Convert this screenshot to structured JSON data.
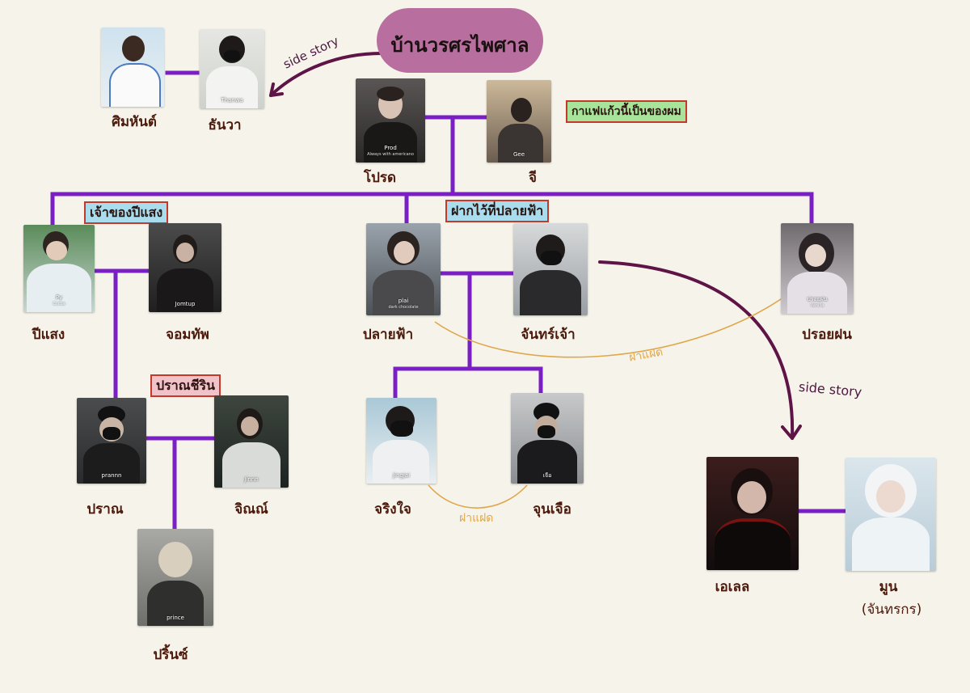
{
  "title": "บ้านวรศรไพศาล",
  "side_story_1": "side story",
  "side_story_2": "side story",
  "ship_1": "ฝาแฝด",
  "ship_2": "ฝาแฝด",
  "labels": {
    "coffee": "กาแฟแก้วนี้เป็นของผม",
    "pisaeng": "เจ้าของปีแสง",
    "plaifah": "ฝากไว้ที่ปลายฟ้า",
    "prancharin": "ปราณชีริน"
  },
  "people": {
    "simhan": {
      "name": "ศิมหันต์",
      "tag": "",
      "sub": ""
    },
    "thanwa": {
      "name": "ธันวา",
      "tag": "Thanwa",
      "sub": ""
    },
    "prod": {
      "name": "โปรด",
      "tag": "Prod",
      "sub": "Always with americano"
    },
    "gee": {
      "name": "จี",
      "tag": "Gee",
      "sub": ""
    },
    "pisaeng": {
      "name": "ปีแสง",
      "tag": "Py",
      "sub": "Cocoa"
    },
    "jomtup": {
      "name": "จอมทัพ",
      "tag": "Jomtup",
      "sub": ""
    },
    "plaifah": {
      "name": "ปลายฟ้า",
      "tag": "plai",
      "sub": "dark chocolate"
    },
    "janjao": {
      "name": "จันทร์เจ้า",
      "tag": "",
      "sub": ""
    },
    "proifon": {
      "name": "ปรอยฝน",
      "tag": "ปรอยฝน",
      "sub": "Vanilla"
    },
    "pran": {
      "name": "ปราณ",
      "tag": "prannn",
      "sub": ""
    },
    "jinn": {
      "name": "จิณณ์",
      "tag": "Jinnn",
      "sub": ""
    },
    "jingjai": {
      "name": "จริงใจ",
      "tag": "Jingjai",
      "sub": ""
    },
    "junjuea": {
      "name": "จุนเจือ",
      "tag": "เจือ",
      "sub": ""
    },
    "prince": {
      "name": "ปริ้นซ์",
      "tag": "prince",
      "sub": ""
    },
    "ale": {
      "name": "เอเลล",
      "tag": "",
      "sub": ""
    },
    "moon": {
      "name": "มูน",
      "tag": "",
      "sub": ""
    }
  },
  "moon_subname": "(จันทรกร)",
  "colors": {
    "line": "#7a1fc4",
    "arrow": "#5e1446",
    "twin": "#e0a64a",
    "title_bg": "#b86fa0"
  }
}
